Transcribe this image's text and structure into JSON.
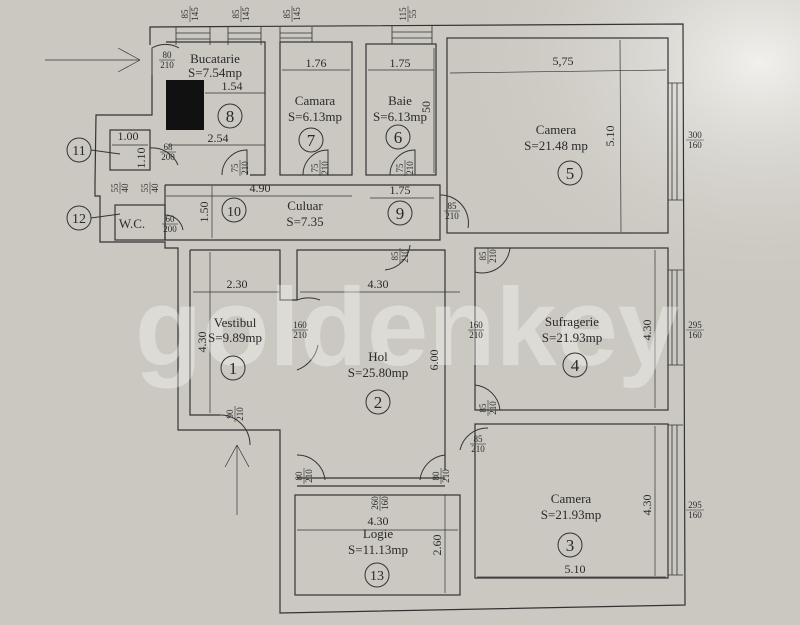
{
  "watermark": "goldenkey",
  "rooms": [
    {
      "num": "1",
      "name": "Vestibul",
      "area": "S=9.89mp"
    },
    {
      "num": "2",
      "name": "Hol",
      "area": "S=25.80mp"
    },
    {
      "num": "3",
      "name": "Camera",
      "area": "S=21.93mp"
    },
    {
      "num": "4",
      "name": "Sufragerie",
      "area": "S=21.93mp"
    },
    {
      "num": "5",
      "name": "Camera",
      "area": "S=21.48 mp"
    },
    {
      "num": "6",
      "name": "Baie",
      "area": "S=6.13mp"
    },
    {
      "num": "7",
      "name": "Camara",
      "area": "S=6.13mp"
    },
    {
      "num": "8",
      "name": "Bucatarie",
      "area": "S=7.54mp"
    },
    {
      "num": "9"
    },
    {
      "num": "10",
      "name": "Culuar",
      "area": "S=7.35"
    },
    {
      "num": "11"
    },
    {
      "num": "12",
      "name": "W.C."
    },
    {
      "num": "13",
      "name": "Logie",
      "area": "S=11.13mp"
    }
  ],
  "dimensions": [
    "1.54",
    "2.54",
    "1.76",
    "1.75",
    "5,75",
    "5.10",
    "50",
    "1.00",
    "1.10",
    "4.90",
    "1.75",
    "1.50",
    "2.30",
    "4.30",
    "4.30",
    "6.00",
    "4.30",
    "4.30",
    "2.60",
    "4.30",
    "5.10"
  ],
  "openings": [
    {
      "top": "85",
      "bottom": "145"
    },
    {
      "top": "85",
      "bottom": "145"
    },
    {
      "top": "85",
      "bottom": "145"
    },
    {
      "top": "115",
      "bottom": "55"
    },
    {
      "top": "300",
      "bottom": "160"
    },
    {
      "top": "295",
      "bottom": "160"
    },
    {
      "top": "295",
      "bottom": "160"
    },
    {
      "top": "80",
      "bottom": "210"
    },
    {
      "top": "68",
      "bottom": "200"
    },
    {
      "top": "75",
      "bottom": "210"
    },
    {
      "top": "75",
      "bottom": "210"
    },
    {
      "top": "75",
      "bottom": "210"
    },
    {
      "top": "60",
      "bottom": "200"
    },
    {
      "top": "85",
      "bottom": "210"
    },
    {
      "top": "85",
      "bottom": "210"
    },
    {
      "top": "85",
      "bottom": "210"
    },
    {
      "top": "160",
      "bottom": "210"
    },
    {
      "top": "160",
      "bottom": "210"
    },
    {
      "top": "90",
      "bottom": "210"
    },
    {
      "top": "85",
      "bottom": "210"
    },
    {
      "top": "85",
      "bottom": "210"
    },
    {
      "top": "80",
      "bottom": "210"
    },
    {
      "top": "80",
      "bottom": "210"
    },
    {
      "top": "260",
      "bottom": "160"
    },
    {
      "top": "55",
      "bottom": "40"
    },
    {
      "top": "55",
      "bottom": "40"
    }
  ]
}
